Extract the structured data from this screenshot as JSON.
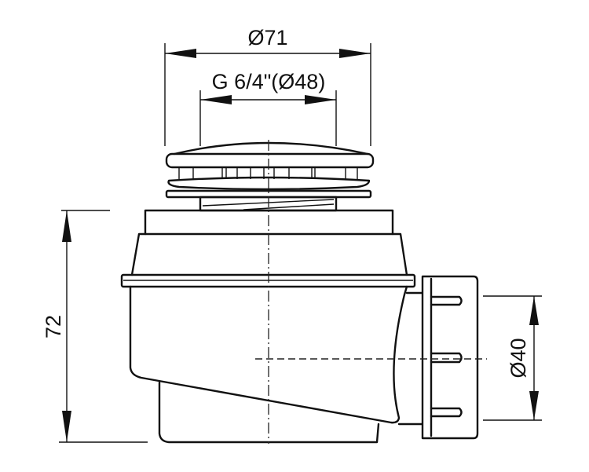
{
  "drawing": {
    "dimensions": {
      "outer_diameter": "Ø71",
      "thread": "G 6/4\"(Ø48)",
      "height": "72",
      "outlet_diameter": "Ø40"
    },
    "line_color": "#111111",
    "background": "#ffffff"
  }
}
